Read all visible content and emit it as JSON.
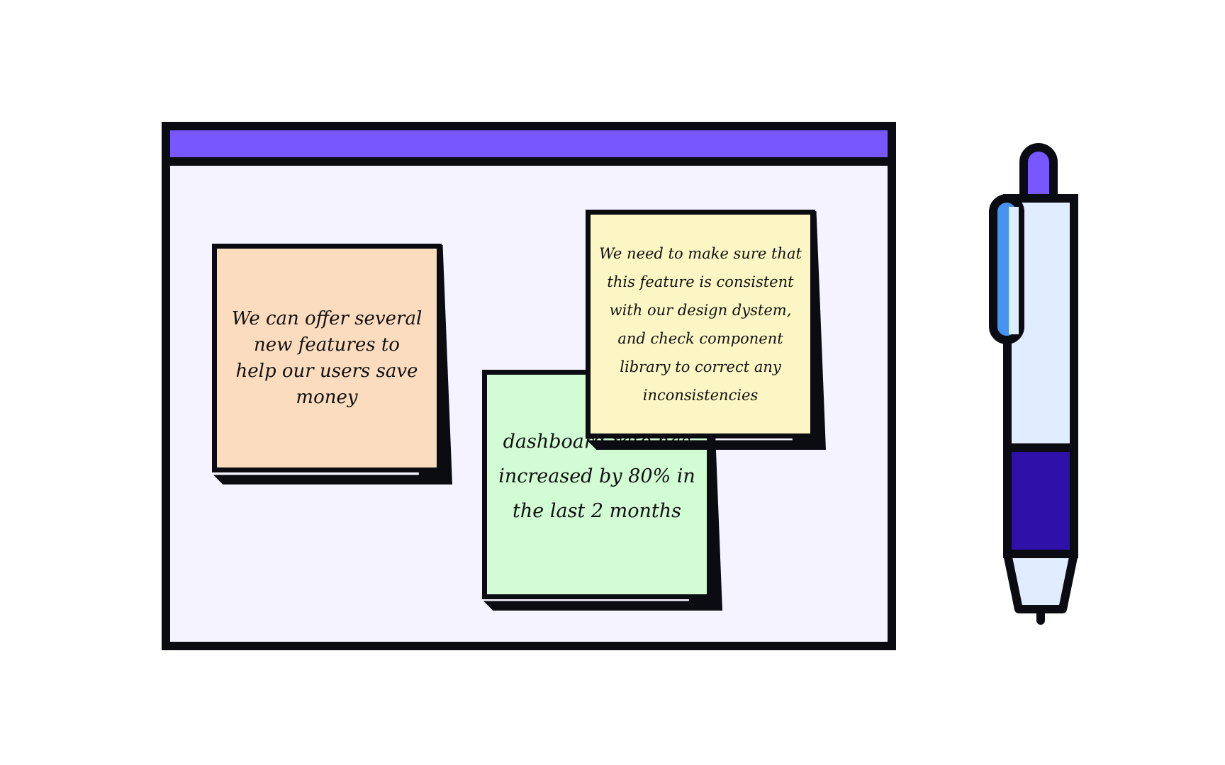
{
  "colors": {
    "outline": "#0b0b12",
    "board_background": "#f5f3ff",
    "titlebar": "#7758ff",
    "note_orange": "#fcdcbe",
    "note_green": "#d1fcd4",
    "note_yellow": "#fcf6c4",
    "pen_body": "#e0ecff",
    "pen_grip": "#2d11a8",
    "pen_clip": "#4793f0",
    "pen_button": "#7758ff"
  },
  "notes": {
    "orange": {
      "text": "We can offer several new features to help our users save money"
    },
    "green": {
      "text": "dashboard rate has increased by 80% in the last 2 months"
    },
    "yellow": {
      "text": "We need to make sure that this feature is consistent with our design dystem, and check component library to correct any inconsistencies"
    }
  },
  "icons": {
    "pen": "pen-icon"
  }
}
